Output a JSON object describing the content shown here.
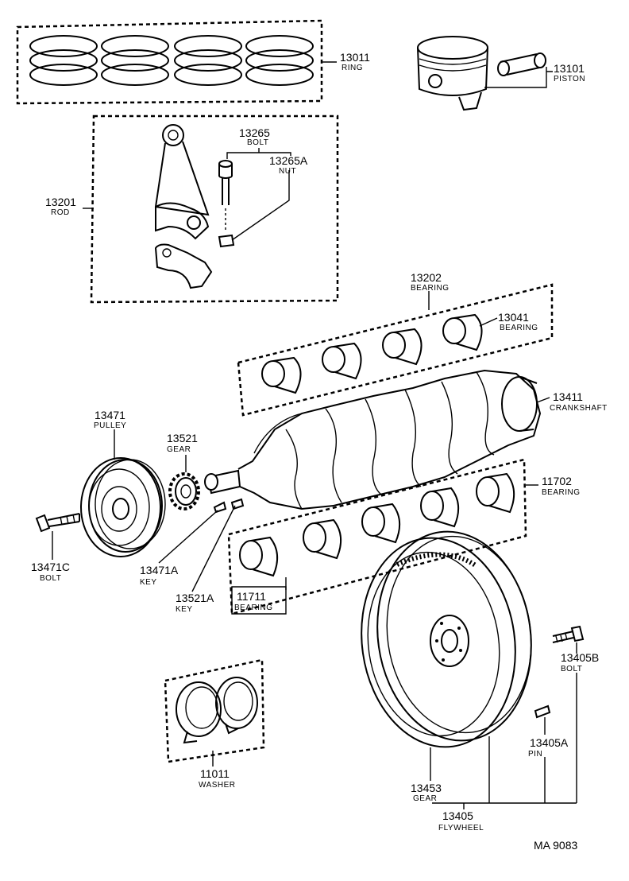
{
  "parts": {
    "ring": {
      "number": "13011",
      "name": "RING"
    },
    "piston": {
      "number": "13101",
      "name": "PISTON"
    },
    "rod": {
      "number": "13201",
      "name": "ROD"
    },
    "rod_bolt": {
      "number": "13265",
      "name": "BOLT"
    },
    "rod_nut": {
      "number": "13265A",
      "name": "NUT"
    },
    "rod_bearing_set": {
      "number": "13202",
      "name": "BEARING"
    },
    "rod_bearing": {
      "number": "13041",
      "name": "BEARING"
    },
    "crankshaft": {
      "number": "13411",
      "name": "CRANKSHAFT"
    },
    "pulley": {
      "number": "13471",
      "name": "PULLEY"
    },
    "gear_crank": {
      "number": "13521",
      "name": "GEAR"
    },
    "main_bearing_set": {
      "number": "11702",
      "name": "BEARING"
    },
    "pulley_bolt": {
      "number": "13471C",
      "name": "BOLT"
    },
    "pulley_key": {
      "number": "13471A",
      "name": "KEY"
    },
    "gear_key": {
      "number": "13521A",
      "name": "KEY"
    },
    "main_bearing": {
      "number": "11711",
      "name": "BEARING"
    },
    "flywheel_bolt": {
      "number": "13405B",
      "name": "BOLT"
    },
    "flywheel_pin": {
      "number": "13405A",
      "name": "PIN"
    },
    "washer": {
      "number": "11011",
      "name": "WASHER"
    },
    "ring_gear": {
      "number": "13453",
      "name": "GEAR"
    },
    "flywheel": {
      "number": "13405",
      "name": "FLYWHEEL"
    }
  },
  "figure_code": "MA 9083"
}
